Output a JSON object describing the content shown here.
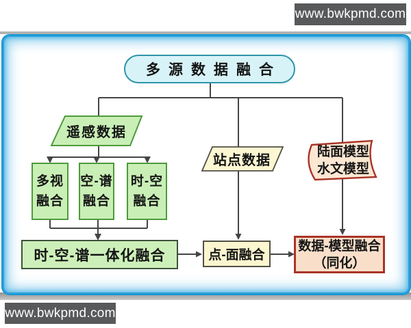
{
  "watermark": {
    "top_text": "www.bwkpmd.com",
    "bottom_text": "www.bwkpmd.com"
  },
  "diagram": {
    "title": "多源数据融合",
    "nodes": {
      "remote_sensing": {
        "label": "遥感数据",
        "shape": "parallelogram"
      },
      "multiview": {
        "label": "多视\n融合",
        "shape": "rect"
      },
      "spatial_spectral": {
        "label": "空-谱\n融合",
        "shape": "rect"
      },
      "temporal_spatial": {
        "label": "时-空\n融合",
        "shape": "rect"
      },
      "integrated": {
        "label": "时-空-谱一体化融合",
        "shape": "rect"
      },
      "station": {
        "label": "站点数据",
        "shape": "parallelogram"
      },
      "models": {
        "label": "陆面模型\n水文模型",
        "shape": "wavy-card"
      },
      "point_area": {
        "label": "点-面融合",
        "shape": "rect"
      },
      "data_model": {
        "label": "数据-模型融合\n（同化）",
        "shape": "rect"
      }
    },
    "colors": {
      "frame_blue": "#1697d6",
      "title_fill": "#d8f3f8",
      "title_border": "#2d95a8",
      "green_fill": "#c9efb6",
      "green_border": "#4e9a3c",
      "integrated_border": "#3c523c",
      "yellow_fill": "#fbf6cf",
      "yellow_border": "#514f44",
      "peach_fill": "#f9dfca",
      "red_border": "#a83428",
      "connector": "#454545",
      "watermark_bg": "#58595b"
    }
  }
}
